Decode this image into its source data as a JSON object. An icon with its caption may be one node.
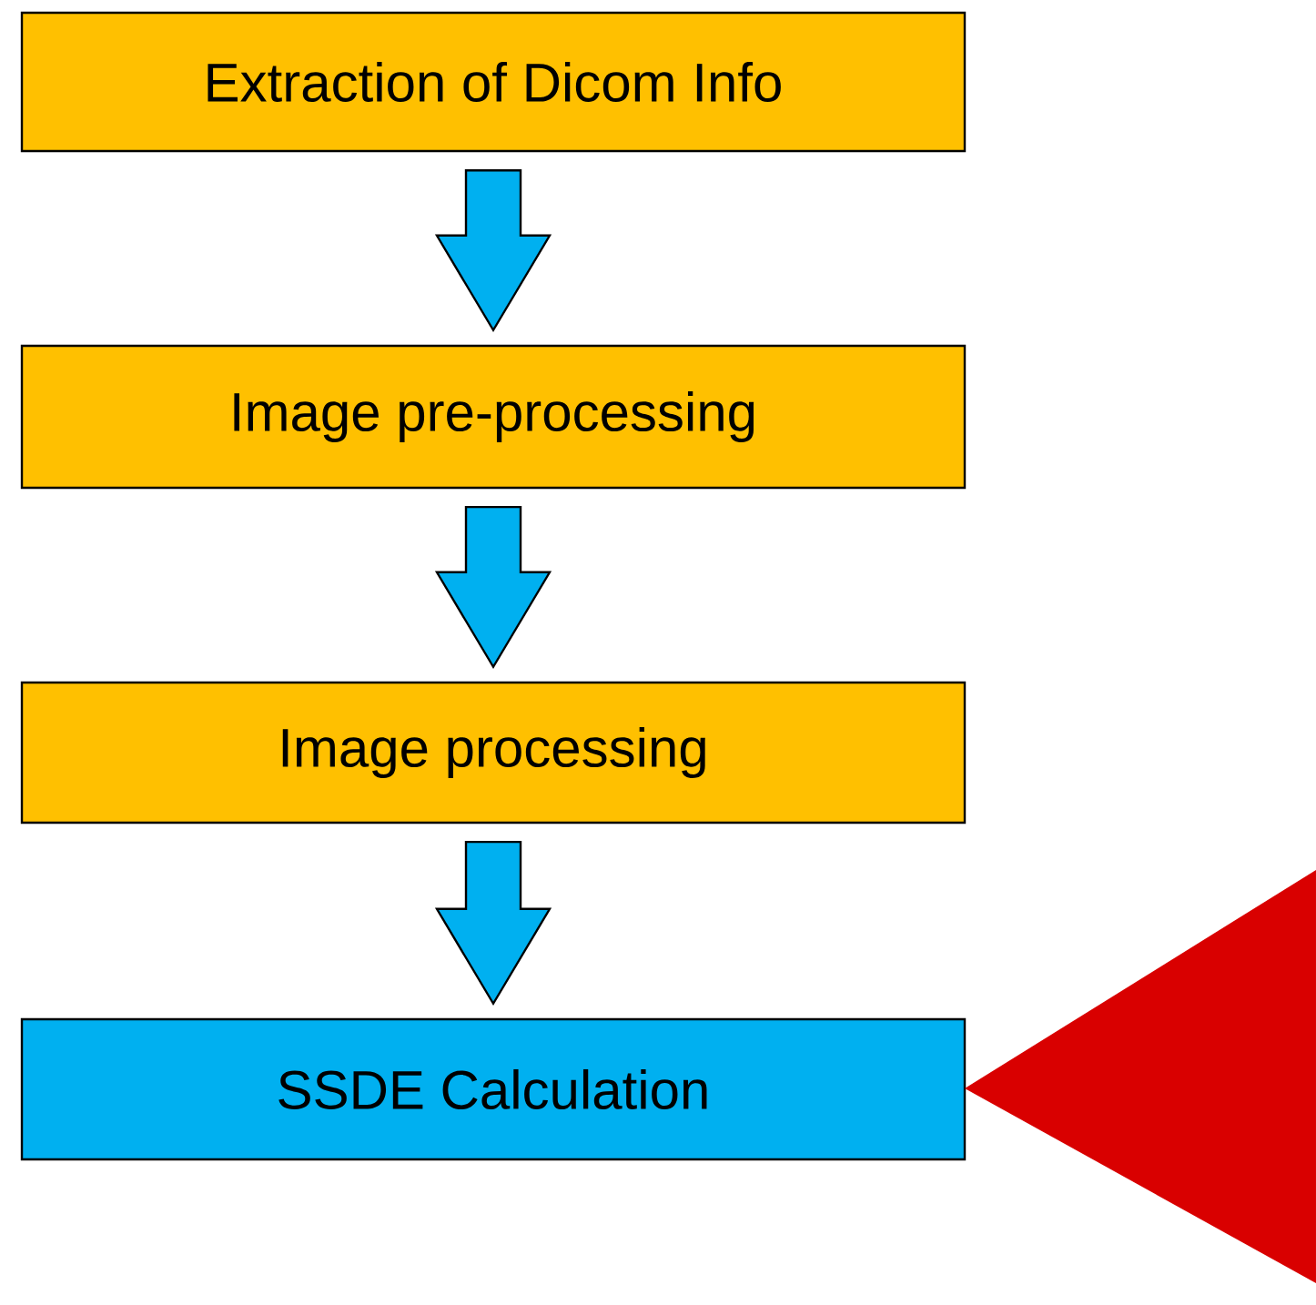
{
  "diagram": {
    "nodes": [
      {
        "text": [
          "Extraction of Dicom Info"
        ]
      },
      {
        "text": [
          "Image pre-processing"
        ]
      },
      {
        "text": [
          "Image processing"
        ]
      },
      {
        "text": [
          "SSDE Calculation"
        ]
      },
      {
        "text": [],
        "shape": "triangle"
      }
    ],
    "edges": [
      {
        "from": 0,
        "to": 1,
        "arrow": "to"
      },
      {
        "from": 1,
        "to": 2,
        "arrow": "to"
      },
      {
        "from": 2,
        "to": 3,
        "arrow": "to",
        "color": "#00b0f0"
      }
    ]
  }
}
